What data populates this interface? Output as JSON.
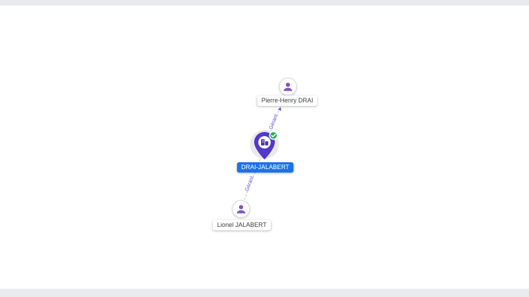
{
  "graph": {
    "company": {
      "name": "DRAI-JALABERT",
      "badge": "verified-check"
    },
    "persons": [
      {
        "name": "Pierre-Henry DRAI"
      },
      {
        "name": "Lionel JALABERT"
      }
    ],
    "edges": [
      {
        "from": "Pierre-Henry DRAI",
        "to": "DRAI-JALABERT",
        "label": "Gérant"
      },
      {
        "from": "Lionel JALABERT",
        "to": "DRAI-JALABERT",
        "label": "Gérant"
      }
    ]
  },
  "colors": {
    "accent_blue": "#1a73e8",
    "person_purple": "#7e57c2",
    "pin_purple": "#5438c9",
    "check_green": "#1fae52",
    "edge_gray": "#c8ccd3",
    "edge_label_purple": "#6a5cd8",
    "frame_gray": "#e9ebef",
    "label_text": "#3c4043"
  }
}
